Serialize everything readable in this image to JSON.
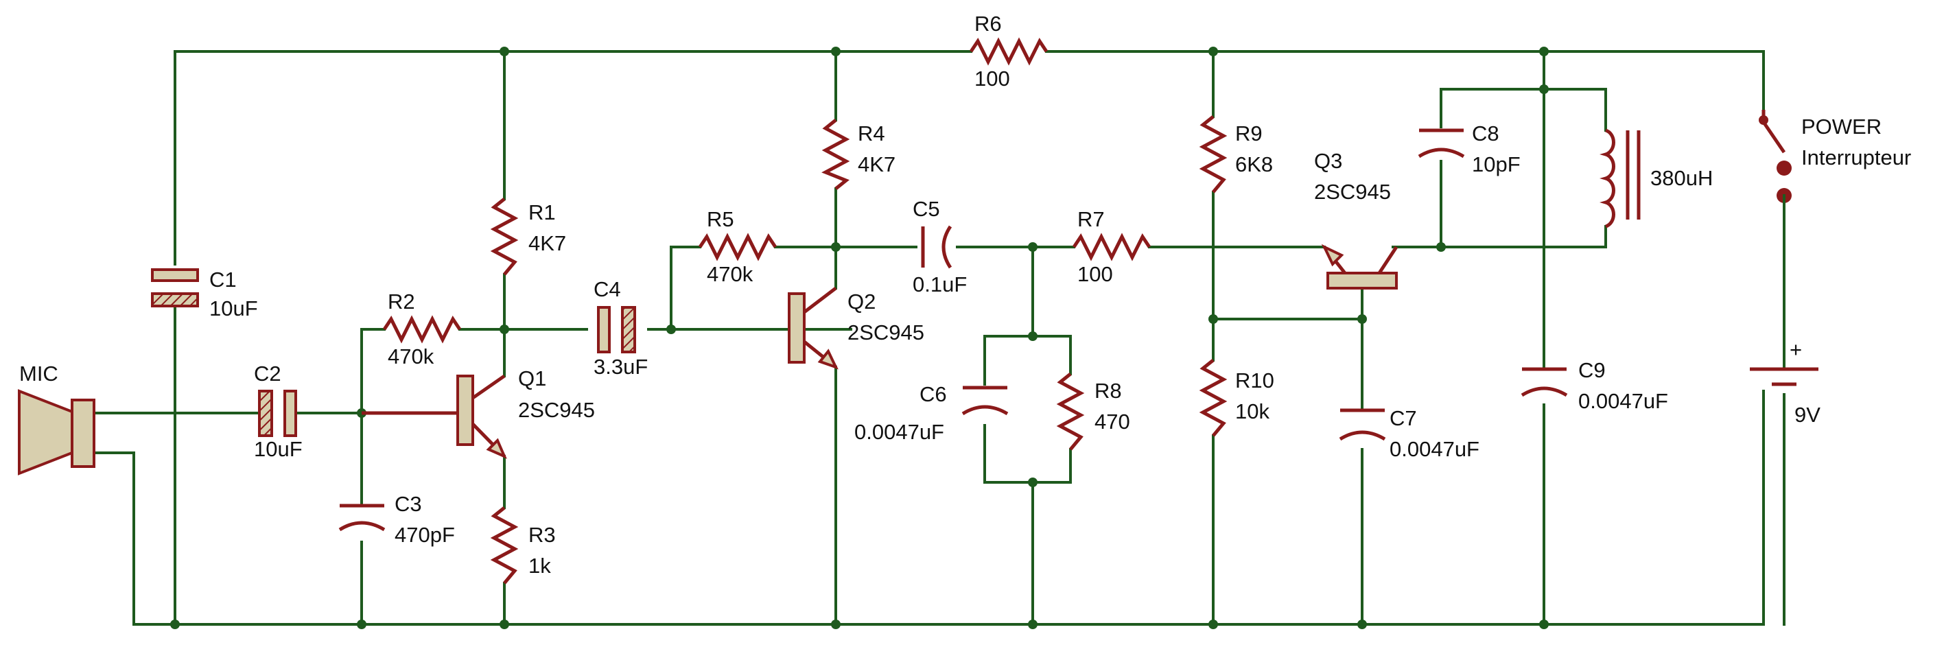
{
  "components": {
    "mic": {
      "label": "MIC"
    },
    "c1": {
      "ref": "C1",
      "value": "10uF"
    },
    "c2": {
      "ref": "C2",
      "value": "10uF"
    },
    "c3": {
      "ref": "C3",
      "value": "470pF"
    },
    "c4": {
      "ref": "C4",
      "value": "3.3uF"
    },
    "c5": {
      "ref": "C5",
      "value": "0.1uF"
    },
    "c6": {
      "ref": "C6",
      "value": "0.0047uF"
    },
    "c7": {
      "ref": "C7",
      "value": "0.0047uF"
    },
    "c8": {
      "ref": "C8",
      "value": "10pF"
    },
    "c9": {
      "ref": "C9",
      "value": "0.0047uF"
    },
    "r1": {
      "ref": "R1",
      "value": "4K7"
    },
    "r2": {
      "ref": "R2",
      "value": "470k"
    },
    "r3": {
      "ref": "R3",
      "value": "1k"
    },
    "r4": {
      "ref": "R4",
      "value": "4K7"
    },
    "r5": {
      "ref": "R5",
      "value": "470k"
    },
    "r6": {
      "ref": "R6",
      "value": "100"
    },
    "r7": {
      "ref": "R7",
      "value": "100"
    },
    "r8": {
      "ref": "R8",
      "value": "470"
    },
    "r9": {
      "ref": "R9",
      "value": "6K8"
    },
    "r10": {
      "ref": "R10",
      "value": "10k"
    },
    "q1": {
      "ref": "Q1",
      "value": "2SC945"
    },
    "q2": {
      "ref": "Q2",
      "value": "2SC945"
    },
    "q3": {
      "ref": "Q3",
      "value": "2SC945"
    },
    "l1": {
      "value": "380uH"
    },
    "sw": {
      "ref": "POWER",
      "value": "Interrupteur"
    },
    "bat": {
      "polarity": "+",
      "value": "9V"
    }
  },
  "colors": {
    "wire": "#1e5a1e",
    "component": "#8b1a1a",
    "component_fill": "#d8cfae"
  }
}
